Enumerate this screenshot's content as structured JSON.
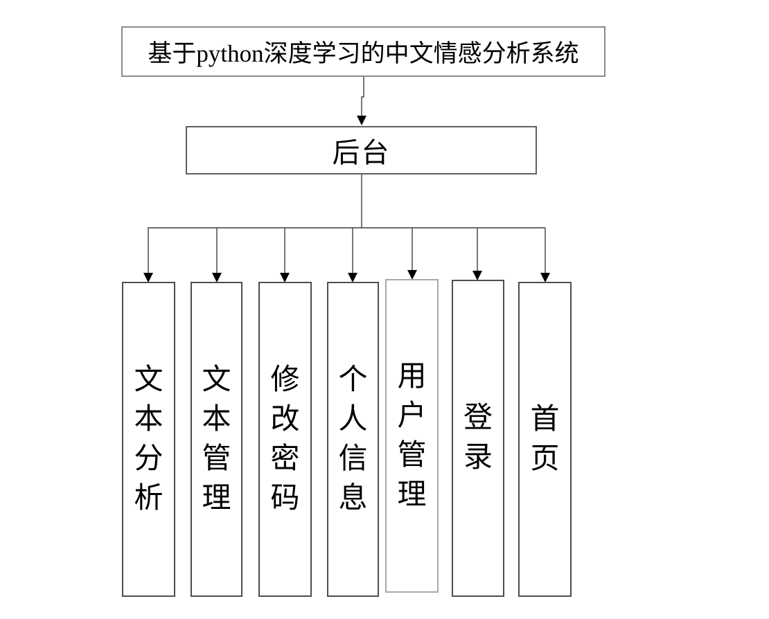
{
  "diagram": {
    "title_node": {
      "label": "基于python深度学习的中文情感分析系统"
    },
    "backend_node": {
      "label": "后台"
    },
    "children": [
      {
        "id": "text-analysis",
        "label": "文本分析"
      },
      {
        "id": "text-management",
        "label": "文本管理"
      },
      {
        "id": "change-password",
        "label": "修改密码"
      },
      {
        "id": "personal-info",
        "label": "个人信息"
      },
      {
        "id": "user-management",
        "label": "用户管理"
      },
      {
        "id": "login",
        "label": "登录"
      },
      {
        "id": "home",
        "label": "首页"
      }
    ],
    "colors": {
      "background": "#ffffff",
      "text": "#000000",
      "connector_line": "#3f3f3f",
      "arrowhead": "#000000",
      "box_border": "#4d4d4d",
      "box_border_light": "#a8a8a8"
    }
  }
}
